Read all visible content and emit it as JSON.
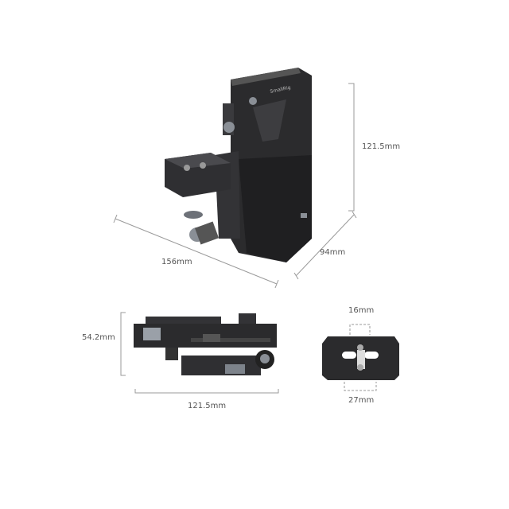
{
  "logo_text": "SmallRig",
  "dimensions": {
    "main_height": "121.5mm",
    "main_depth": "94mm",
    "main_width": "156mm",
    "side_height": "54.2mm",
    "side_length": "121.5mm",
    "plate_slot_spacing": "16mm",
    "plate_span": "27mm"
  },
  "colors": {
    "line": "#9a9a9a",
    "body": "#2b2b2d",
    "body_light": "#4a4a4e",
    "accent": "#8a8f96"
  }
}
